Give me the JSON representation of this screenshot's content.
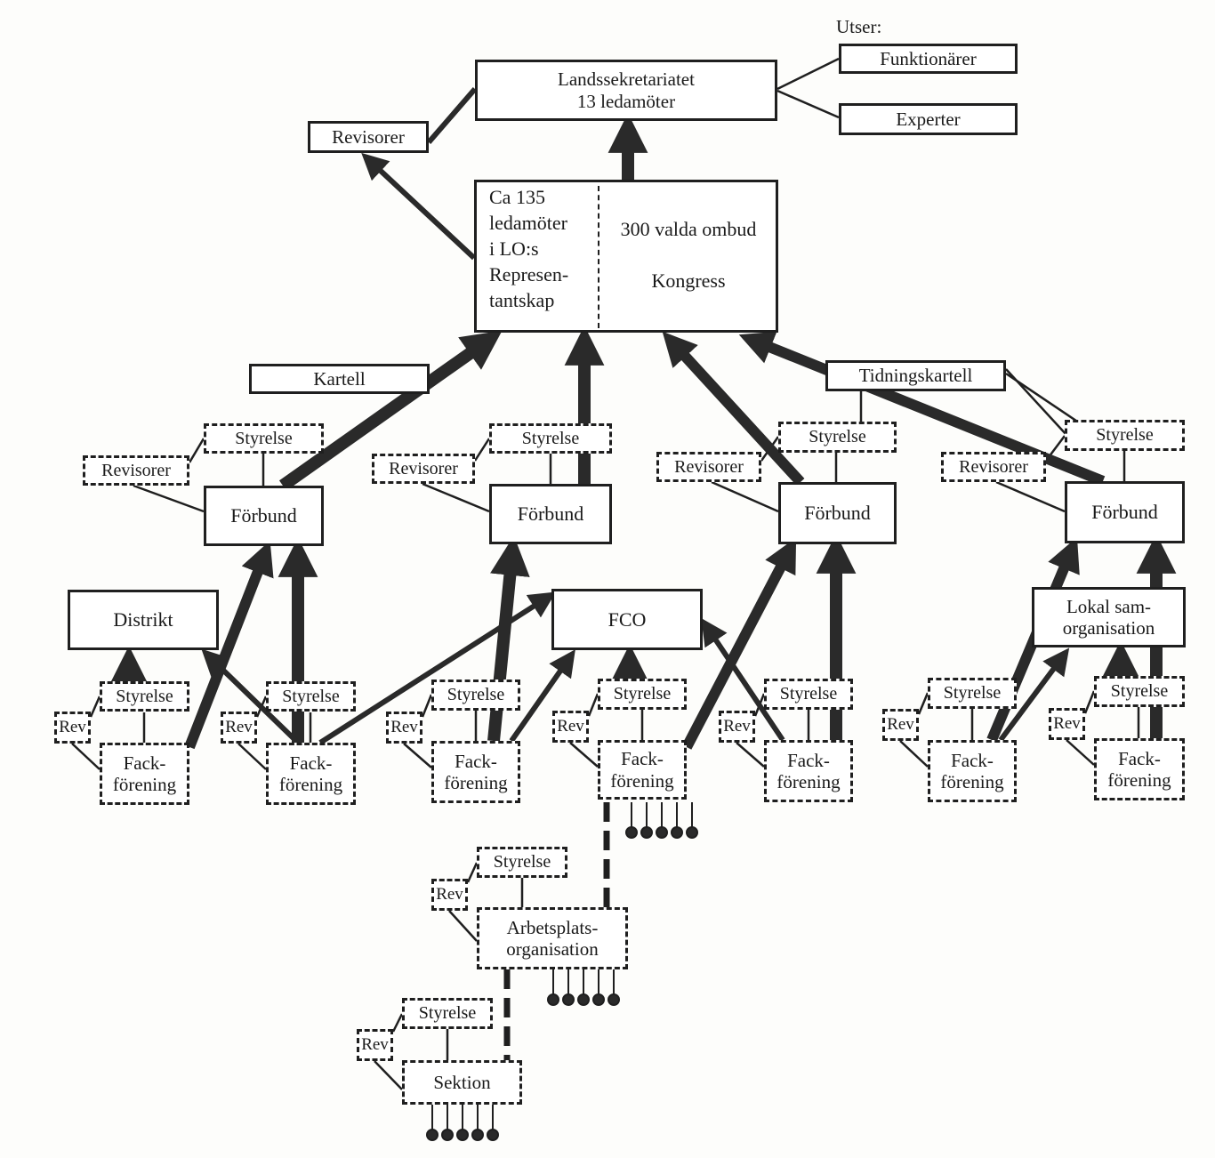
{
  "diagram": {
    "colors": {
      "ink": "#1f1f1f",
      "arrow": "#2a2a2a",
      "paper": "#fdfdfb"
    },
    "top": {
      "utser_label": "Utser:",
      "landssekretariatet": "Landssekretariatet\n13 ledamöter",
      "funktionarer": "Funktionärer",
      "experter": "Experter",
      "revisorer": "Revisorer"
    },
    "kongress": {
      "representantskap": "Ca 135\nledamöter\ni LO:s\nRepresen-\ntantskap",
      "ombud": "300 valda ombud",
      "title": "Kongress"
    },
    "kartell": "Kartell",
    "tidningskartell": "Tidningskartell",
    "forbund_groups": [
      {
        "styrelse": "Styrelse",
        "revisorer": "Revisorer",
        "forbund": "Förbund"
      },
      {
        "styrelse": "Styrelse",
        "revisorer": "Revisorer",
        "forbund": "Förbund"
      },
      {
        "styrelse": "Styrelse",
        "revisorer": "Revisorer",
        "forbund": "Förbund"
      },
      {
        "styrelse": "Styrelse",
        "revisorer": "Revisorer",
        "forbund": "Förbund"
      }
    ],
    "regional": {
      "distrikt": "Distrikt",
      "fco": "FCO",
      "lokal_samorganisation": "Lokal sam-\norganisation"
    },
    "fackforeningar": [
      {
        "styrelse": "Styrelse",
        "rev": "Rev",
        "name": "Fack-\nförening"
      },
      {
        "styrelse": "Styrelse",
        "rev": "Rev",
        "name": "Fack-\nförening"
      },
      {
        "styrelse": "Styrelse",
        "rev": "Rev",
        "name": "Fack-\nförening"
      },
      {
        "styrelse": "Styrelse",
        "rev": "Rev",
        "name": "Fack-\nförening"
      },
      {
        "styrelse": "Styrelse",
        "rev": "Rev",
        "name": "Fack-\nförening"
      },
      {
        "styrelse": "Styrelse",
        "rev": "Rev",
        "name": "Fack-\nförening"
      },
      {
        "styrelse": "Styrelse",
        "rev": "Rev",
        "name": "Fack-\nförening"
      }
    ],
    "arbetsplats": {
      "styrelse": "Styrelse",
      "rev": "Rev",
      "name": "Arbetsplats-\norganisation"
    },
    "sektion": {
      "styrelse": "Styrelse",
      "rev": "Rev",
      "name": "Sektion"
    },
    "member_groups": 3,
    "members_per_group": 5
  }
}
